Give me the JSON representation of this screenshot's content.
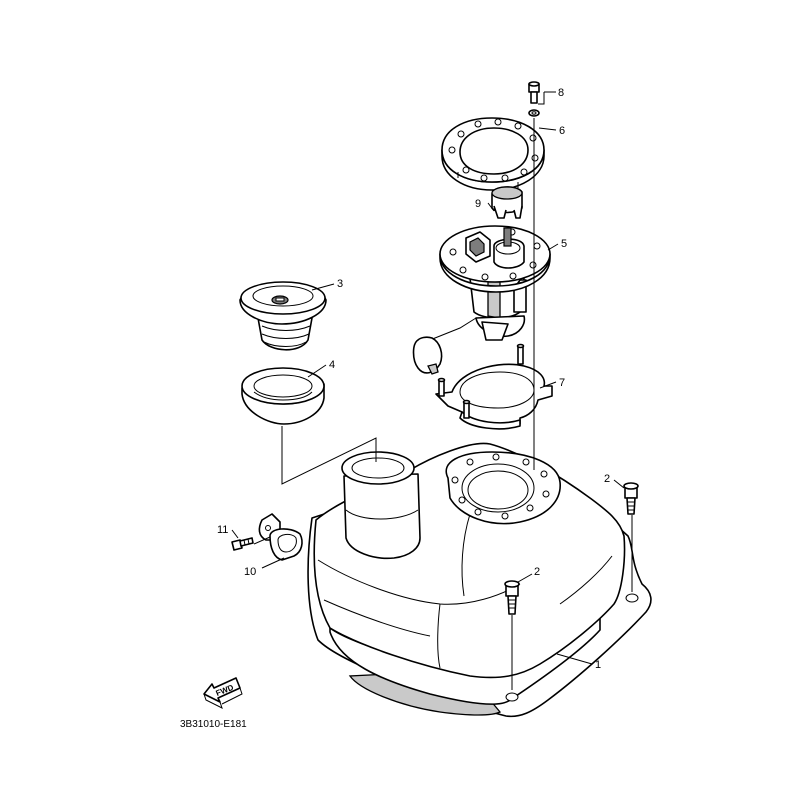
{
  "diagram": {
    "drawing_id": "3B31010-E181",
    "fwd_label": "FWD",
    "callouts": [
      {
        "id": "p1",
        "label": "1"
      },
      {
        "id": "p2a",
        "label": "2"
      },
      {
        "id": "p2b",
        "label": "2"
      },
      {
        "id": "p3",
        "label": "3"
      },
      {
        "id": "p4",
        "label": "4"
      },
      {
        "id": "p5",
        "label": "5"
      },
      {
        "id": "p6",
        "label": "6"
      },
      {
        "id": "p7",
        "label": "7"
      },
      {
        "id": "p8",
        "label": "8"
      },
      {
        "id": "p9",
        "label": "9"
      },
      {
        "id": "p10",
        "label": "10"
      },
      {
        "id": "p11",
        "label": "11"
      }
    ]
  }
}
